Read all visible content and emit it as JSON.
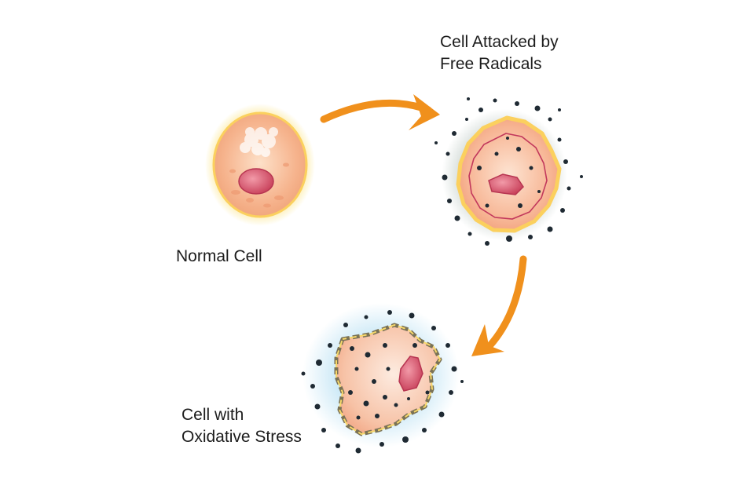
{
  "labels": {
    "normal_cell": "Normal Cell",
    "attacked_line1": "Cell Attacked by",
    "attacked_line2": "Free Radicals",
    "stress_line1": "Cell with",
    "stress_line2": "Oxidative Stress"
  },
  "colors": {
    "arrow": "#f0901c",
    "cell_fill": "#f6b48e",
    "cell_rim": "#fbd56a",
    "nucleus": "#d9536a",
    "radical": "#1f2a33",
    "stress_halo": "#bfe3f4",
    "damaged_membrane": "#7a7256"
  }
}
